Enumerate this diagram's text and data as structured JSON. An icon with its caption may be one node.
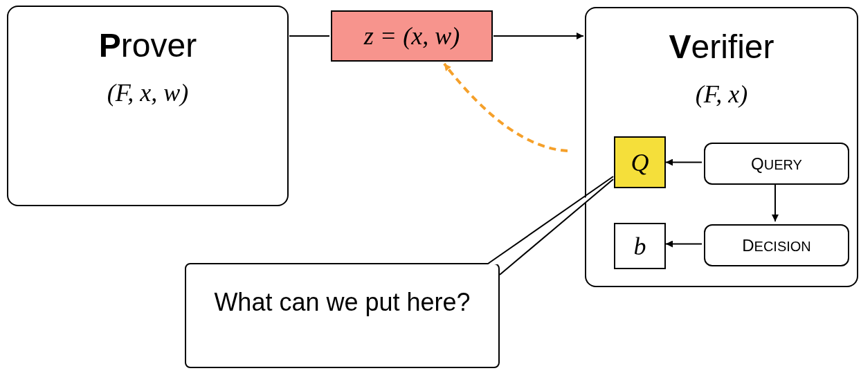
{
  "diagram": {
    "nodes": [
      {
        "text": [
          "**P**rover",
          "(F, x, w)"
        ]
      },
      {
        "text": [
          "z = (x, w)"
        ]
      },
      {
        "text": [
          "**V**erifier",
          "(F, x)"
        ]
      },
      {
        "text": [
          "Q"
        ],
        "in": 2
      },
      {
        "text": [
          "QUERY"
        ],
        "in": 2
      },
      {
        "text": [
          "b"
        ],
        "in": 2
      },
      {
        "text": [
          "DECISION"
        ],
        "in": 2
      },
      {
        "text": [
          "What can we put here?"
        ]
      }
    ],
    "edges": [
      {
        "from": 0,
        "to": 1,
        "arrow": "none"
      },
      {
        "from": 1,
        "to": 2,
        "arrow": "to"
      },
      {
        "from": null,
        "to": 1,
        "arrow": "to",
        "style": "dashed",
        "color": "#f5a02a"
      },
      {
        "from": 4,
        "to": 3,
        "arrow": "to"
      },
      {
        "from": 4,
        "to": 6,
        "arrow": "to"
      },
      {
        "from": 6,
        "to": 5,
        "arrow": "to"
      },
      {
        "from": 7,
        "to": 3,
        "arrow": "none"
      }
    ]
  }
}
